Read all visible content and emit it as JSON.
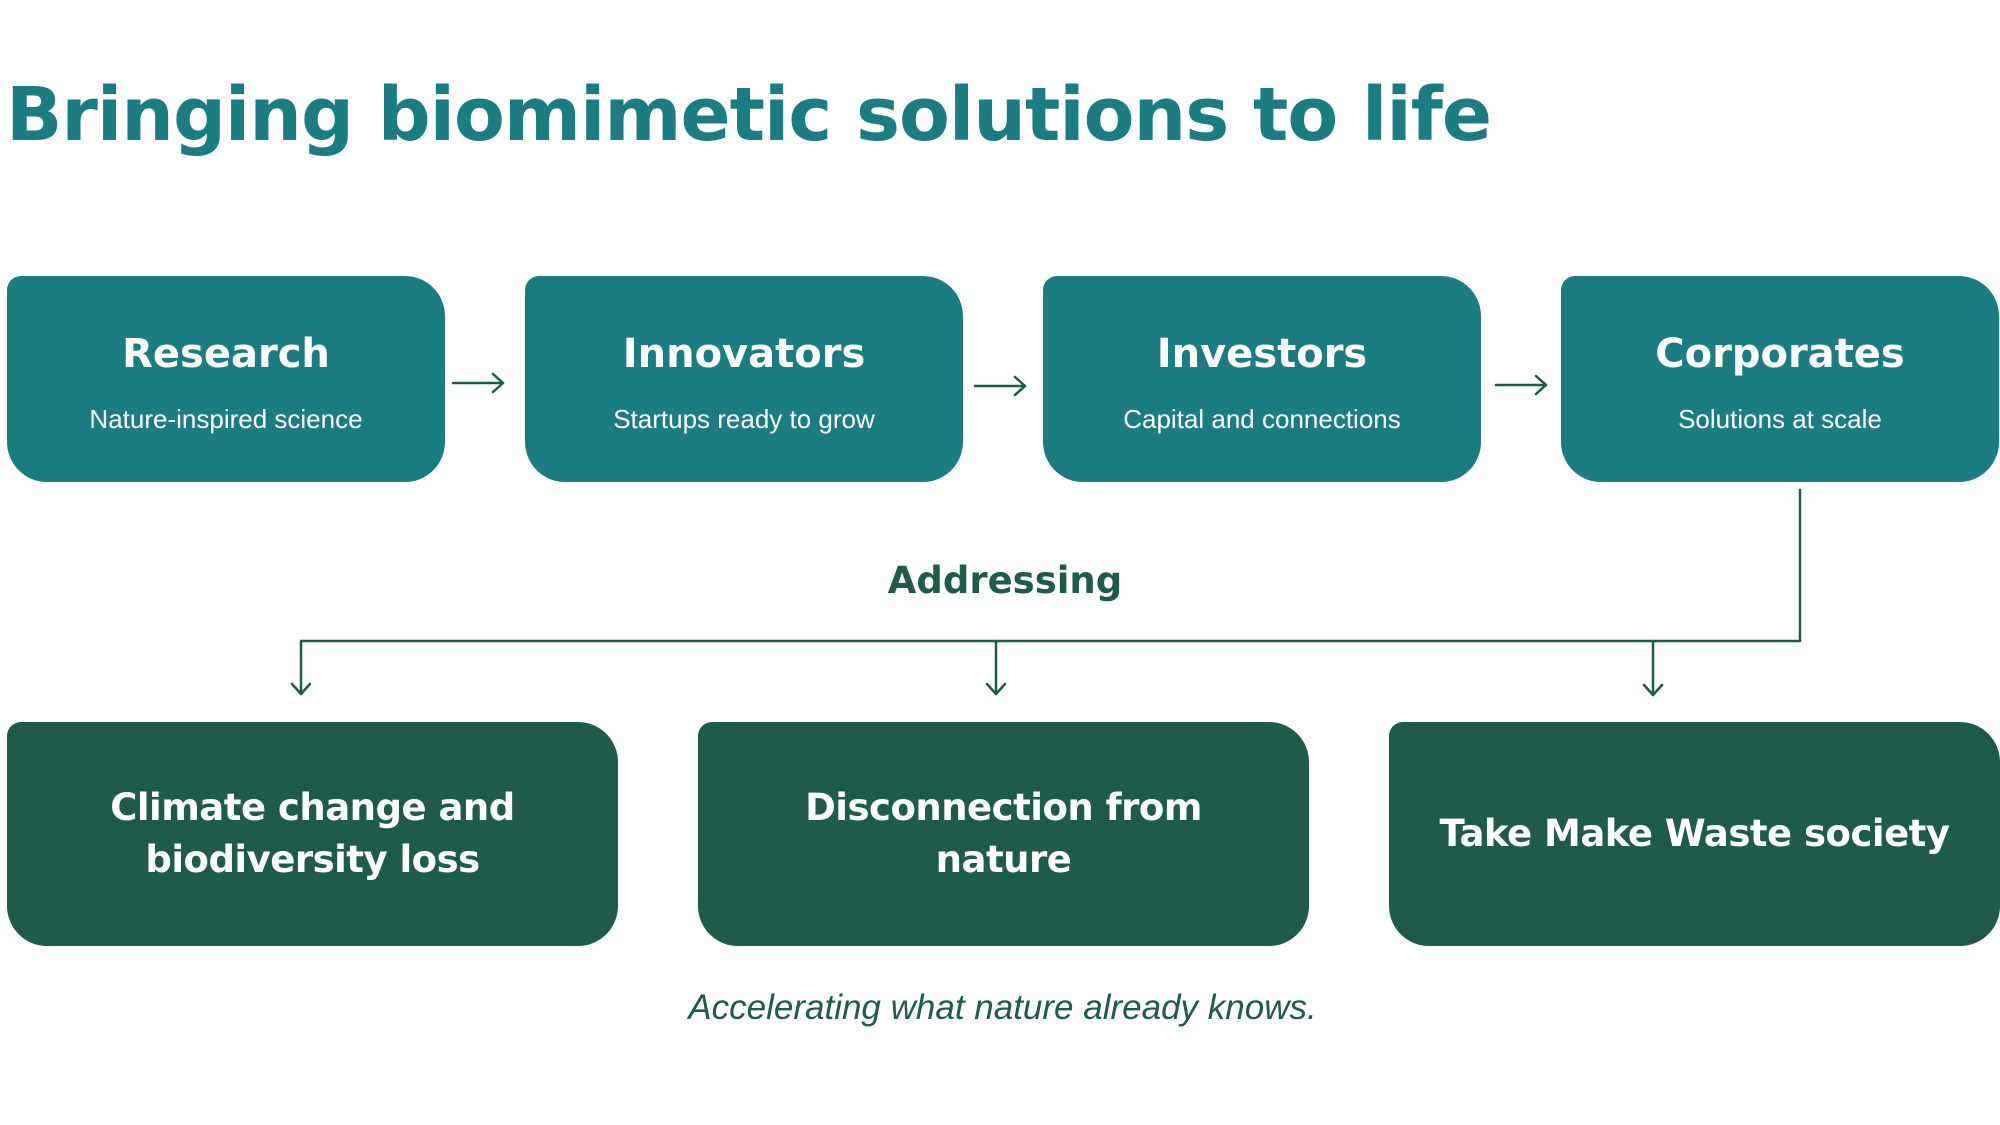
{
  "title": "Bringing biomimetic solutions to life",
  "stages": [
    {
      "label": "Research",
      "sublabel": "Nature-inspired science"
    },
    {
      "label": "Innovators",
      "sublabel": "Startups ready to grow"
    },
    {
      "label": "Investors",
      "sublabel": "Capital and connections"
    },
    {
      "label": "Corporates",
      "sublabel": "Solutions at scale"
    }
  ],
  "connector_label": "Addressing",
  "challenges": [
    {
      "label": "Climate change and biodiversity loss"
    },
    {
      "label": "Disconnection from nature"
    },
    {
      "label": "Take Make Waste society"
    }
  ],
  "tagline": "Accelerating what nature already knows.",
  "colors": {
    "teal": "#1b7c82",
    "forest": "#1e5b4a",
    "background": "#ffffff",
    "text_on_box": "#ffffff"
  }
}
